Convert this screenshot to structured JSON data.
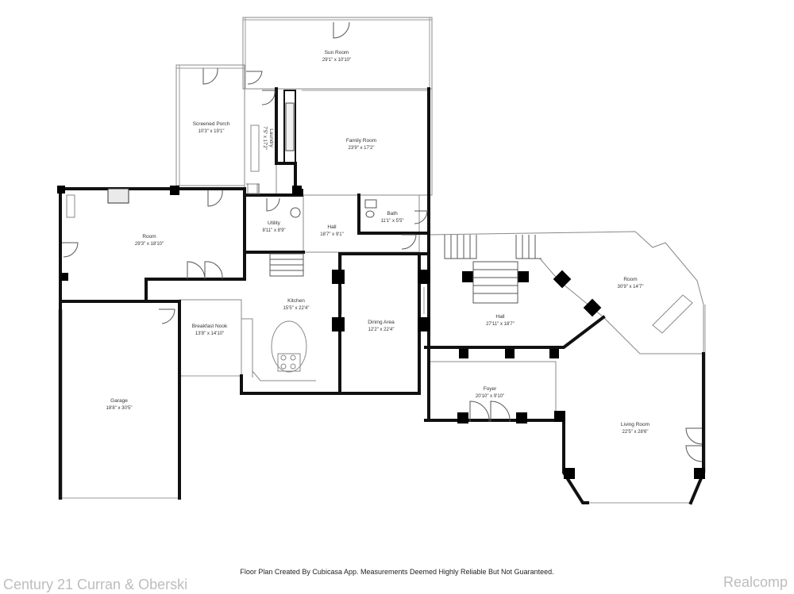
{
  "rooms": [
    {
      "id": "sun-room",
      "name": "Sun Room",
      "dim": "29'1\" x 10'10\""
    },
    {
      "id": "screened-porch",
      "name": "Screened Porch",
      "dim": "10'3\" x 19'1\""
    },
    {
      "id": "laundry",
      "name": "Laundry",
      "dim": "7'5\" x 17'2\""
    },
    {
      "id": "family-room",
      "name": "Family Room",
      "dim": "23'9\" x 17'2\""
    },
    {
      "id": "room-west",
      "name": "Room",
      "dim": "29'3\" x 18'10\""
    },
    {
      "id": "utility",
      "name": "Utility",
      "dim": "8'11\" x 8'9\""
    },
    {
      "id": "hall-center",
      "name": "Hall",
      "dim": "18'7\" x 9'1\""
    },
    {
      "id": "bath",
      "name": "Bath",
      "dim": "11'1\" x 5'5\""
    },
    {
      "id": "room-east",
      "name": "Room",
      "dim": "30'9\" x 14'7\""
    },
    {
      "id": "kitchen",
      "name": "Kitchen",
      "dim": "15'5\" x 22'4\""
    },
    {
      "id": "breakfast-nook",
      "name": "Breakfast Nook",
      "dim": "13'8\" x 14'10\""
    },
    {
      "id": "dining-area",
      "name": "Dining Area",
      "dim": "12'2\" x 22'4\""
    },
    {
      "id": "hall-east",
      "name": "Hall",
      "dim": "27'11\" x 18'7\""
    },
    {
      "id": "garage",
      "name": "Garage",
      "dim": "18'8\" x 30'5\""
    },
    {
      "id": "foyer",
      "name": "Foyer",
      "dim": "20'10\" x 9'10\""
    },
    {
      "id": "living-room",
      "name": "Living Room",
      "dim": "22'5\" x 28'6\""
    }
  ],
  "footer": {
    "caption": "Floor Plan Created By Cubicasa App. Measurements Deemed Highly Reliable But Not Guaranteed.",
    "brand_left": "Century 21 Curran & Oberski",
    "brand_right": "Realcomp"
  }
}
